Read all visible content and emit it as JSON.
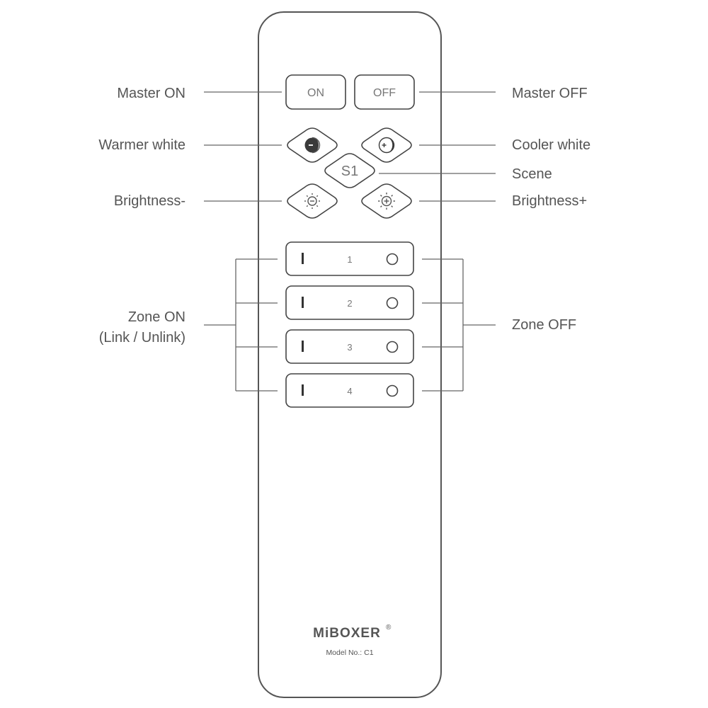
{
  "labels": {
    "master_on": "Master ON",
    "master_off": "Master OFF",
    "warmer_white": "Warmer white",
    "cooler_white": "Cooler white",
    "scene": "Scene",
    "brightness_minus": "Brightness-",
    "brightness_plus": "Brightness+",
    "zone_on_line1": "Zone ON",
    "zone_on_line2": "(Link / Unlink)",
    "zone_off": "Zone OFF"
  },
  "buttons": {
    "on": "ON",
    "off": "OFF",
    "scene": "S1"
  },
  "zones": [
    {
      "number": "1"
    },
    {
      "number": "2"
    },
    {
      "number": "3"
    },
    {
      "number": "4"
    }
  ],
  "brand": {
    "logo": "MiBOXER",
    "registered": "®",
    "model": "Model No.: C1"
  },
  "icons": {
    "warmer": "half-moon-minus-icon",
    "cooler": "half-moon-plus-icon",
    "brightness_down": "sun-minus-icon",
    "brightness_up": "sun-plus-icon",
    "zone_on": "bar-icon",
    "zone_off": "circle-icon"
  },
  "colors": {
    "outline": "#444444",
    "text": "#555555",
    "button_text": "#777777"
  }
}
